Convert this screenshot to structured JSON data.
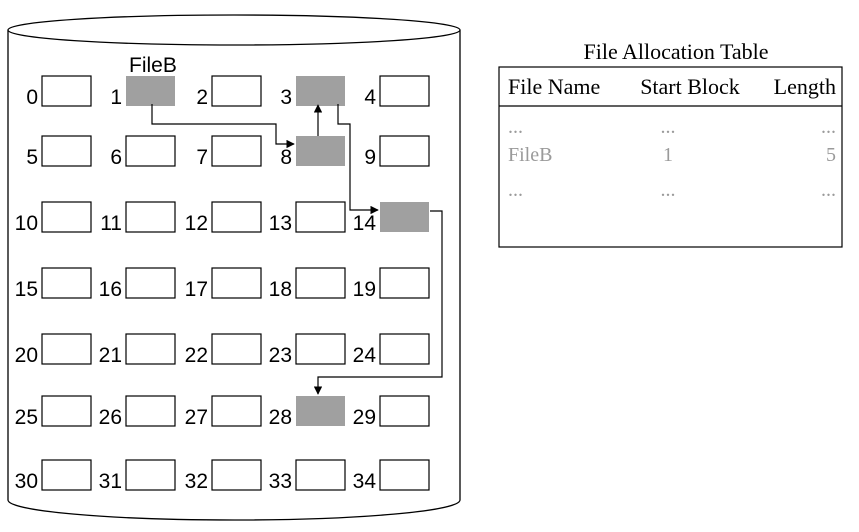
{
  "disk": {
    "file_label": "FileB",
    "blocks": [
      "0",
      "1",
      "2",
      "3",
      "4",
      "5",
      "6",
      "7",
      "8",
      "9",
      "10",
      "11",
      "12",
      "13",
      "14",
      "15",
      "16",
      "17",
      "18",
      "19",
      "20",
      "21",
      "22",
      "23",
      "24",
      "25",
      "26",
      "27",
      "28",
      "29",
      "30",
      "31",
      "32",
      "33",
      "34"
    ],
    "allocated": [
      1,
      8,
      3,
      14,
      28
    ],
    "colors": {
      "allocated": "#a0a0a0",
      "free": "#ffffff",
      "line": "#000000"
    }
  },
  "table": {
    "title": "File Allocation Table",
    "headers": [
      "File Name",
      "Start Block",
      "Length"
    ],
    "rows": [
      [
        "...",
        "...",
        "..."
      ],
      [
        "FileB",
        "1",
        "5"
      ],
      [
        "...",
        "...",
        "..."
      ]
    ]
  }
}
